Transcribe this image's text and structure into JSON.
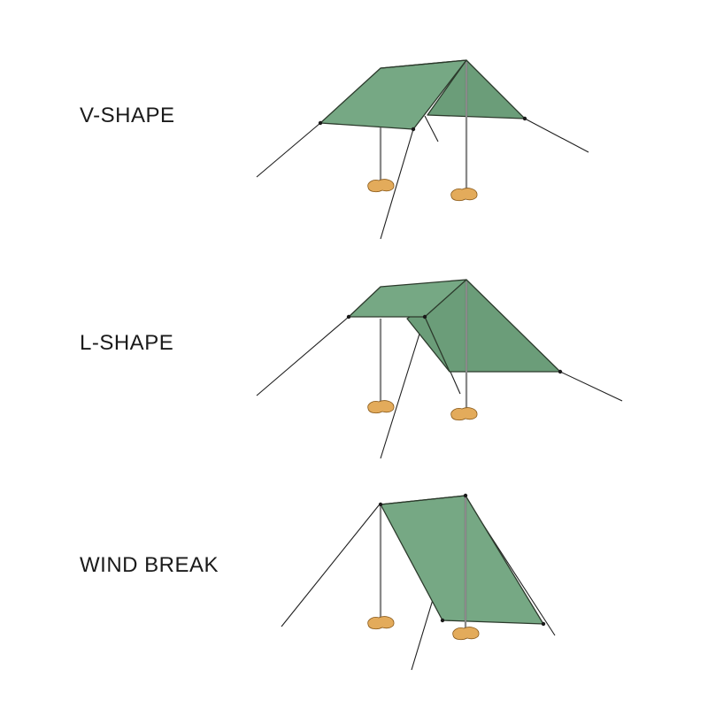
{
  "diagram": {
    "colors": {
      "tarp": "#76a884",
      "tarp_shade": "#6b9d79",
      "rope": "#1f1f1f",
      "peg": "#e3ab5b",
      "background": "#ffffff"
    },
    "configurations": [
      {
        "label": "V-SHAPE"
      },
      {
        "label": "L-SHAPE"
      },
      {
        "label": "WIND BREAK"
      }
    ]
  }
}
